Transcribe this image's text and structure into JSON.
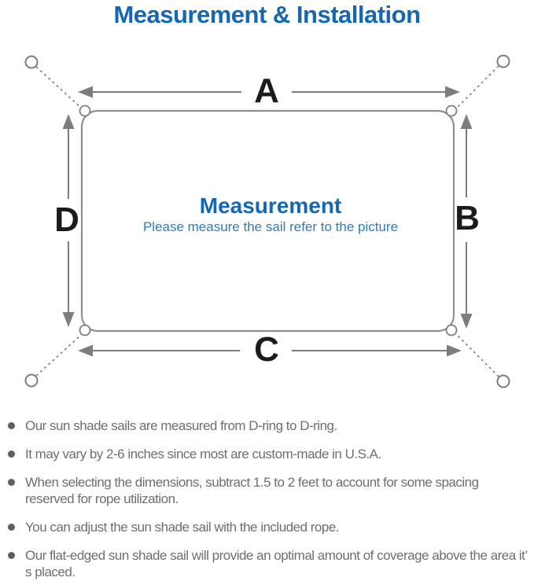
{
  "page": {
    "title": "Measurement & Installation"
  },
  "diagram": {
    "labels": {
      "top_edge": "A",
      "right_edge": "B",
      "bottom_edge": "C",
      "left_edge": "D"
    },
    "center": {
      "heading": "Measurement",
      "subheading": "Please measure the sail refer to the picture"
    }
  },
  "notes": {
    "items": [
      "Our sun shade sails are measured from D-ring to D-ring.",
      "It may vary by 2-6 inches since most are custom-made in U.S.A.",
      "When selecting the dimensions, subtract 1.5 to 2 feet to account for some spacing reserved for rope utilization.",
      "You can adjust the sun shade sail with the included rope.",
      "Our flat-edged sun shade sail will provide an optimal amount of coverage above the area it’ s placed."
    ]
  },
  "colors": {
    "accent_blue": "#1467b2",
    "subheading_blue": "#2d7cba",
    "line_gray": "#7d7d7d",
    "sail_border_gray": "#8f8f8f",
    "note_text_gray": "#6e6e6e"
  }
}
